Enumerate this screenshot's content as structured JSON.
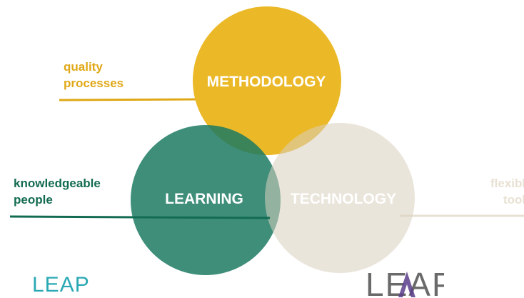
{
  "colors": {
    "methodology": "#ebb928",
    "learning": "#1c7a63",
    "technology": "#e2dccf",
    "quality_text": "#e0a816",
    "people_text": "#136b52",
    "tools_text": "#e8e1d3",
    "logo_left": "#2aa9b4",
    "logo_right_text": "#6a6a6a",
    "logo_right_accent": "#5a3d8c"
  },
  "circles": {
    "methodology": "METHODOLOGY",
    "learning": "LEARNING",
    "technology": "TECHNOLOGY"
  },
  "side_labels": {
    "quality": [
      "quality",
      "processes"
    ],
    "people": [
      "knowledgeable",
      "people"
    ],
    "tools": [
      "flexible",
      "tools"
    ]
  },
  "logos": {
    "left": "LEAP",
    "right": "LEAP"
  }
}
